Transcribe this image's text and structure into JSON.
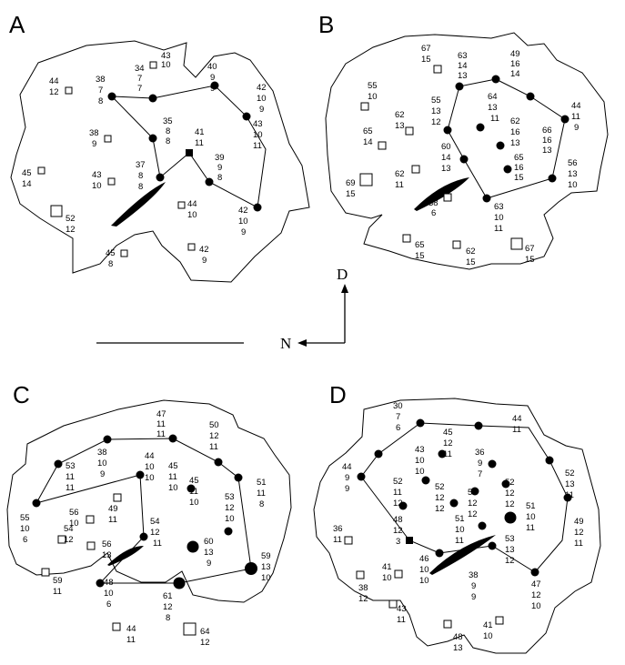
{
  "orientation": {
    "dorsal_label": "D",
    "nasal_label": "N"
  },
  "panels": [
    {
      "letter": "A",
      "labels": [
        {
          "l1": "43",
          "l2": "10"
        },
        {
          "l1": "34",
          "l2": "7",
          "l3": "7"
        },
        {
          "l1": "44",
          "l2": "12"
        },
        {
          "l1": "38",
          "l2": "7",
          "l3": "8"
        },
        {
          "l1": "40",
          "l2": "9",
          "l3": "9"
        },
        {
          "l1": "42",
          "l2": "10",
          "l3": "9"
        },
        {
          "l1": "35",
          "l2": "8",
          "l3": "8"
        },
        {
          "l1": "38",
          "l2": "9"
        },
        {
          "l1": "41",
          "l2": "11"
        },
        {
          "l1": "43",
          "l2": "10",
          "l3": "11"
        },
        {
          "l1": "45",
          "l2": "14"
        },
        {
          "l1": "43",
          "l2": "10"
        },
        {
          "l1": "37",
          "l2": "8",
          "l3": "8"
        },
        {
          "l1": "39",
          "l2": "9",
          "l3": "8"
        },
        {
          "l1": "44",
          "l2": "10"
        },
        {
          "l1": "52",
          "l2": "12"
        },
        {
          "l1": "42",
          "l2": "10",
          "l3": "9"
        },
        {
          "l1": "45",
          "l2": "8"
        },
        {
          "l1": "42",
          "l2": "9"
        }
      ]
    },
    {
      "letter": "B",
      "labels": [
        {
          "l1": "67",
          "l2": "15"
        },
        {
          "l1": "63",
          "l2": "14",
          "l3": "13"
        },
        {
          "l1": "49",
          "l2": "16",
          "l3": "14"
        },
        {
          "l1": "55",
          "l2": "10"
        },
        {
          "l1": "55",
          "l2": "13",
          "l3": "12"
        },
        {
          "l1": "64",
          "l2": "13",
          "l3": "11"
        },
        {
          "l1": "44",
          "l2": "11",
          "l3": "9"
        },
        {
          "l1": "62",
          "l2": "13"
        },
        {
          "l1": "65",
          "l2": "14"
        },
        {
          "l1": "62",
          "l2": "16",
          "l3": "13"
        },
        {
          "l1": "66",
          "l2": "16",
          "l3": "13"
        },
        {
          "l1": "60",
          "l2": "14",
          "l3": "13"
        },
        {
          "l1": "65",
          "l2": "16",
          "l3": "15"
        },
        {
          "l1": "56",
          "l2": "13",
          "l3": "10"
        },
        {
          "l1": "62",
          "l2": "11"
        },
        {
          "l1": "69",
          "l2": "15"
        },
        {
          "l1": "38",
          "l2": "6"
        },
        {
          "l1": "63",
          "l2": "10",
          "l3": "11"
        },
        {
          "l1": "65",
          "l2": "15"
        },
        {
          "l1": "62",
          "l2": "15"
        },
        {
          "l1": "67",
          "l2": "15"
        }
      ]
    },
    {
      "letter": "C",
      "labels": [
        {
          "l1": "47",
          "l2": "11",
          "l3": "11"
        },
        {
          "l1": "50",
          "l2": "12",
          "l3": "11"
        },
        {
          "l1": "38",
          "l2": "10",
          "l3": "9"
        },
        {
          "l1": "53",
          "l2": "11",
          "l3": "11"
        },
        {
          "l1": "44",
          "l2": "10",
          "l3": "10"
        },
        {
          "l1": "45",
          "l2": "11",
          "l3": "10"
        },
        {
          "l1": "45",
          "l2": "11",
          "l3": "10"
        },
        {
          "l1": "51",
          "l2": "11",
          "l3": "8"
        },
        {
          "l1": "53",
          "l2": "12",
          "l3": "10"
        },
        {
          "l1": "56",
          "l2": "10"
        },
        {
          "l1": "49",
          "l2": "11"
        },
        {
          "l1": "55",
          "l2": "10",
          "l3": "6"
        },
        {
          "l1": "54",
          "l2": "12"
        },
        {
          "l1": "56",
          "l2": "13"
        },
        {
          "l1": "54",
          "l2": "12",
          "l3": "11"
        },
        {
          "l1": "60",
          "l2": "13",
          "l3": "9"
        },
        {
          "l1": "59",
          "l2": "13",
          "l3": "10"
        },
        {
          "l1": "59",
          "l2": "11"
        },
        {
          "l1": "48",
          "l2": "10",
          "l3": "6"
        },
        {
          "l1": "61",
          "l2": "12",
          "l3": "8"
        },
        {
          "l1": "44",
          "l2": "11"
        },
        {
          "l1": "64",
          "l2": "12"
        }
      ]
    },
    {
      "letter": "D",
      "labels": [
        {
          "l1": "30",
          "l2": "7",
          "l3": "6"
        },
        {
          "l1": "45",
          "l2": "12",
          "l3": "11"
        },
        {
          "l1": "44",
          "l2": "11"
        },
        {
          "l1": "43",
          "l2": "10",
          "l3": "10"
        },
        {
          "l1": "36",
          "l2": "9",
          "l3": "7"
        },
        {
          "l1": "44",
          "l2": "9",
          "l3": "9"
        },
        {
          "l1": "52",
          "l2": "11",
          "l3": "12"
        },
        {
          "l1": "52",
          "l2": "12",
          "l3": "12"
        },
        {
          "l1": "52",
          "l2": "12",
          "l3": "12"
        },
        {
          "l1": "52",
          "l2": "13",
          "l3": "11"
        },
        {
          "l1": "53",
          "l2": "12",
          "l3": "12"
        },
        {
          "l1": "48",
          "l2": "12",
          "l3": "3"
        },
        {
          "l1": "51",
          "l2": "10",
          "l3": "11"
        },
        {
          "l1": "51",
          "l2": "10",
          "l3": "11"
        },
        {
          "l1": "49",
          "l2": "12",
          "l3": "11"
        },
        {
          "l1": "36",
          "l2": "11"
        },
        {
          "l1": "53",
          "l2": "13",
          "l3": "12"
        },
        {
          "l1": "46",
          "l2": "10",
          "l3": "10"
        },
        {
          "l1": "41",
          "l2": "10"
        },
        {
          "l1": "38",
          "l2": "12"
        },
        {
          "l1": "38",
          "l2": "9",
          "l3": "9"
        },
        {
          "l1": "43",
          "l2": "11"
        },
        {
          "l1": "47",
          "l2": "12",
          "l3": "10"
        },
        {
          "l1": "48",
          "l2": "13"
        },
        {
          "l1": "41",
          "l2": "10"
        }
      ]
    }
  ]
}
